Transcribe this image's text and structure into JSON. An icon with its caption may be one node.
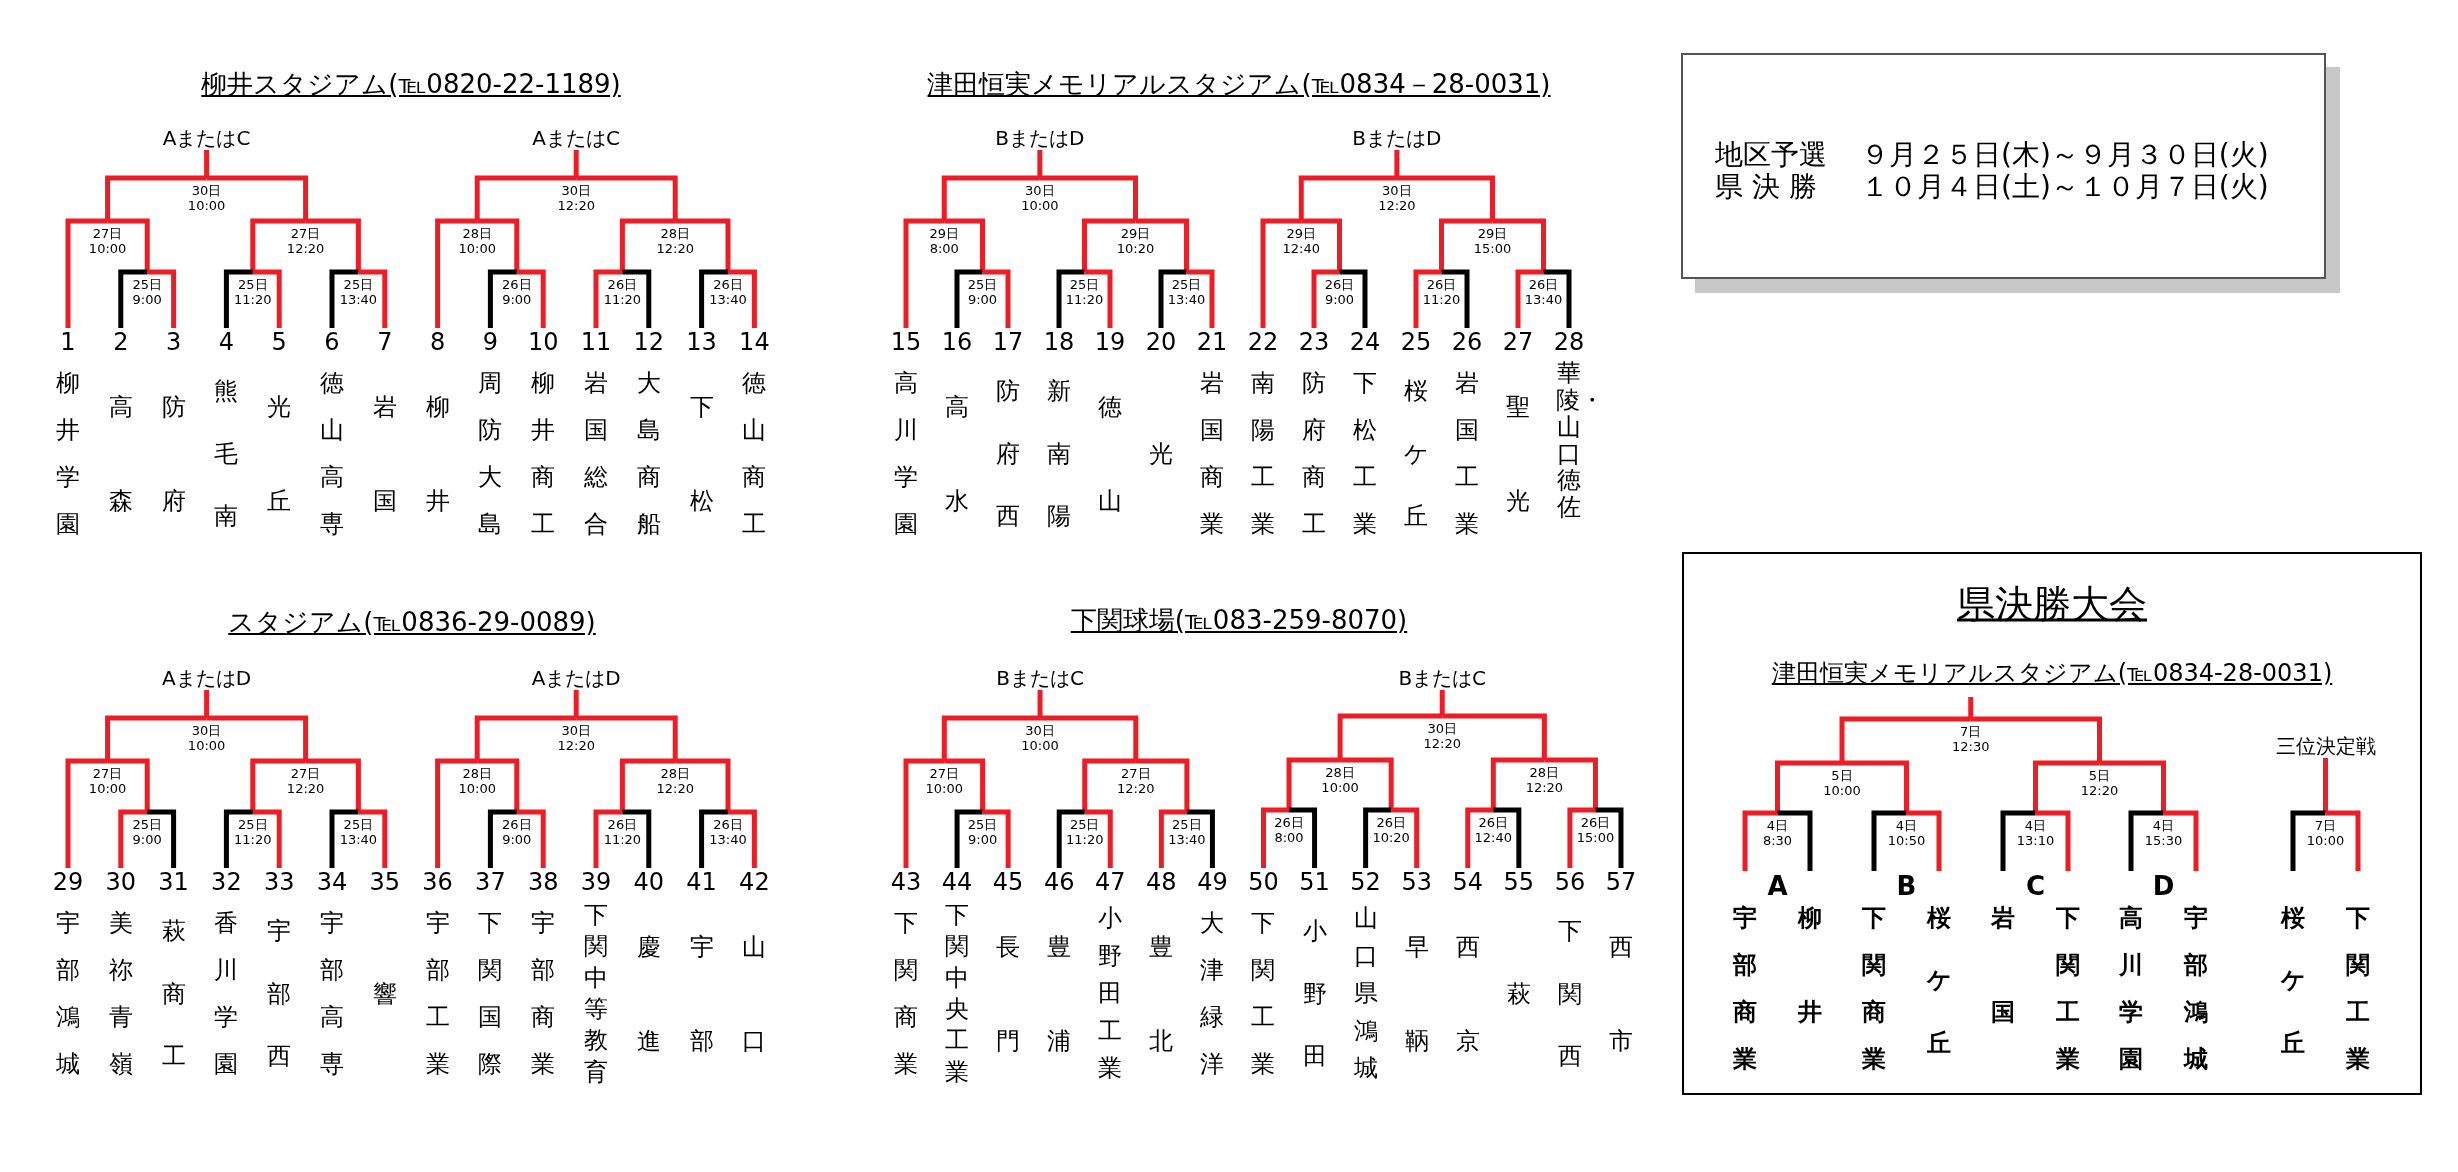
{
  "diagram": {
    "nodes": [
      {
        "text": [
          "AまたはC"
        ]
      },
      {
        "text": [
          "30日 10:00"
        ]
      },
      {
        "text": [
          "27日 10:00"
        ]
      },
      {
        "text": [
          "27日 12:20"
        ]
      },
      {
        "text": [
          "25日 9:00"
        ]
      },
      {
        "text": [
          "25日 11:20"
        ]
      },
      {
        "text": [
          "25日 13:40"
        ]
      },
      {
        "text": [
          "1",
          "柳井学園"
        ]
      },
      {
        "text": [
          "2",
          "高森"
        ]
      },
      {
        "text": [
          "3",
          "防府"
        ]
      },
      {
        "text": [
          "4",
          "熊毛南"
        ]
      },
      {
        "text": [
          "5",
          "光丘"
        ]
      },
      {
        "text": [
          "6",
          "徳山高専"
        ]
      },
      {
        "text": [
          "7",
          "岩国"
        ]
      },
      {
        "text": [
          "AまたはC"
        ]
      },
      {
        "text": [
          "30日 12:20"
        ]
      },
      {
        "text": [
          "28日 10:00"
        ]
      },
      {
        "text": [
          "28日 12:20"
        ]
      },
      {
        "text": [
          "26日 9:00"
        ]
      },
      {
        "text": [
          "26日 11:20"
        ]
      },
      {
        "text": [
          "26日 13:40"
        ]
      },
      {
        "text": [
          "8",
          "柳井"
        ]
      },
      {
        "text": [
          "9",
          "周防大島"
        ]
      },
      {
        "text": [
          "10",
          "柳井商工"
        ]
      },
      {
        "text": [
          "11",
          "岩国総合"
        ]
      },
      {
        "text": [
          "12",
          "大島商船"
        ]
      },
      {
        "text": [
          "13",
          "下松"
        ]
      },
      {
        "text": [
          "14",
          "徳山商工"
        ]
      },
      {
        "text": [
          "BまたはD"
        ]
      },
      {
        "text": [
          "30日 10:00"
        ]
      },
      {
        "text": [
          "29日 8:00"
        ]
      },
      {
        "text": [
          "29日 10:20"
        ]
      },
      {
        "text": [
          "25日 9:00"
        ]
      },
      {
        "text": [
          "25日 11:20"
        ]
      },
      {
        "text": [
          "25日 13:40"
        ]
      },
      {
        "text": [
          "15",
          "高川学園"
        ]
      },
      {
        "text": [
          "16",
          "高水"
        ]
      },
      {
        "text": [
          "17",
          "防府西"
        ]
      },
      {
        "text": [
          "18",
          "新南陽"
        ]
      },
      {
        "text": [
          "19",
          "徳山"
        ]
      },
      {
        "text": [
          "20",
          "光"
        ]
      },
      {
        "text": [
          "21",
          "岩国商業"
        ]
      },
      {
        "text": [
          "BまたはD"
        ]
      },
      {
        "text": [
          "30日 12:20"
        ]
      },
      {
        "text": [
          "29日 12:40"
        ]
      },
      {
        "text": [
          "29日 15:00"
        ]
      },
      {
        "text": [
          "26日 9:00"
        ]
      },
      {
        "text": [
          "26日 11:20"
        ]
      },
      {
        "text": [
          "26日 13:40"
        ]
      },
      {
        "text": [
          "22",
          "南陽工業"
        ]
      },
      {
        "text": [
          "23",
          "防府商工"
        ]
      },
      {
        "text": [
          "24",
          "下松工業"
        ]
      },
      {
        "text": [
          "25",
          "桜ケ丘"
        ]
      },
      {
        "text": [
          "26",
          "岩国工業"
        ]
      },
      {
        "text": [
          "27",
          "聖光"
        ]
      },
      {
        "text": [
          "28",
          "華陵・山口徳佐"
        ]
      },
      {
        "text": [
          "地区予選",
          "９月２５日(木)～９月３０日(火)",
          "県 決 勝",
          "１０月４日(土)～１０月７日(火)"
        ]
      },
      {
        "text": [
          "AまたはD"
        ]
      },
      {
        "text": [
          "30日 10:00"
        ]
      },
      {
        "text": [
          "27日 10:00"
        ]
      },
      {
        "text": [
          "27日 12:20"
        ]
      },
      {
        "text": [
          "25日 9:00"
        ]
      },
      {
        "text": [
          "25日 11:20"
        ]
      },
      {
        "text": [
          "25日 13:40"
        ]
      },
      {
        "text": [
          "29",
          "宇部鴻城"
        ]
      },
      {
        "text": [
          "30",
          "美祢青嶺"
        ]
      },
      {
        "text": [
          "31",
          "萩商工"
        ]
      },
      {
        "text": [
          "32",
          "香川学園"
        ]
      },
      {
        "text": [
          "33",
          "宇部西"
        ]
      },
      {
        "text": [
          "34",
          "宇部高専"
        ]
      },
      {
        "text": [
          "35",
          "響"
        ]
      },
      {
        "text": [
          "AまたはD"
        ]
      },
      {
        "text": [
          "30日 12:20"
        ]
      },
      {
        "text": [
          "28日 10:00"
        ]
      },
      {
        "text": [
          "28日 12:20"
        ]
      },
      {
        "text": [
          "26日 9:00"
        ]
      },
      {
        "text": [
          "26日 11:20"
        ]
      },
      {
        "text": [
          "26日 13:40"
        ]
      },
      {
        "text": [
          "36",
          "宇部工業"
        ]
      },
      {
        "text": [
          "37",
          "下関国際"
        ]
      },
      {
        "text": [
          "38",
          "宇部商業"
        ]
      },
      {
        "text": [
          "39",
          "下関中等教育"
        ]
      },
      {
        "text": [
          "40",
          "慶進"
        ]
      },
      {
        "text": [
          "41",
          "宇部"
        ]
      },
      {
        "text": [
          "42",
          "山口"
        ]
      },
      {
        "text": [
          "BまたはC"
        ]
      },
      {
        "text": [
          "30日 10:00"
        ]
      },
      {
        "text": [
          "27日 10:00"
        ]
      },
      {
        "text": [
          "27日 12:20"
        ]
      },
      {
        "text": [
          "25日 9:00"
        ]
      },
      {
        "text": [
          "25日 11:20"
        ]
      },
      {
        "text": [
          "25日 13:40"
        ]
      },
      {
        "text": [
          "43",
          "下関商業"
        ]
      },
      {
        "text": [
          "44",
          "下関中央工業"
        ]
      },
      {
        "text": [
          "45",
          "長門"
        ]
      },
      {
        "text": [
          "46",
          "豊浦"
        ]
      },
      {
        "text": [
          "47",
          "小野田工業"
        ]
      },
      {
        "text": [
          "48",
          "豊北"
        ]
      },
      {
        "text": [
          "49",
          "大津緑洋"
        ]
      },
      {
        "text": [
          "BまたはC"
        ]
      },
      {
        "text": [
          "30日 12:20"
        ]
      },
      {
        "text": [
          "28日 10:00"
        ]
      },
      {
        "text": [
          "28日 12:20"
        ]
      },
      {
        "text": [
          "26日 8:00"
        ]
      },
      {
        "text": [
          "26日 10:20"
        ]
      },
      {
        "text": [
          "26日 12:40"
        ]
      },
      {
        "text": [
          "26日 15:00"
        ]
      },
      {
        "text": [
          "50",
          "下関工業"
        ]
      },
      {
        "text": [
          "51",
          "小野田"
        ]
      },
      {
        "text": [
          "52",
          "山口県鴻城"
        ]
      },
      {
        "text": [
          "53",
          "早鞆"
        ]
      },
      {
        "text": [
          "54",
          "西京"
        ]
      },
      {
        "text": [
          "55",
          "萩"
        ]
      },
      {
        "text": [
          "56",
          "下関西"
        ]
      },
      {
        "text": [
          "57",
          "西市"
        ]
      },
      {
        "text": [
          "県決勝大会",
          "津田恒実メモリアルスタジアム(℡0834-28-0031)"
        ]
      },
      {
        "text": [
          "7日 12:30"
        ],
        "in": 115
      },
      {
        "text": [
          "5日 10:00"
        ],
        "in": 115
      },
      {
        "text": [
          "5日 12:20"
        ],
        "in": 115
      },
      {
        "text": [
          "4日 8:30"
        ],
        "in": 115
      },
      {
        "text": [
          "4日 10:50"
        ],
        "in": 115
      },
      {
        "text": [
          "4日 13:10"
        ],
        "in": 115
      },
      {
        "text": [
          "4日 15:30"
        ],
        "in": 115
      },
      {
        "text": [
          "宇部商業"
        ],
        "in": 115
      },
      {
        "text": [
          "柳井"
        ],
        "in": 115
      },
      {
        "text": [
          "下関商業"
        ],
        "in": 115
      },
      {
        "text": [
          "桜ケ丘"
        ],
        "in": 115
      },
      {
        "text": [
          "岩国"
        ],
        "in": 115
      },
      {
        "text": [
          "下関工業"
        ],
        "in": 115
      },
      {
        "text": [
          "高川学園"
        ],
        "in": 115
      },
      {
        "text": [
          "宇部鴻城"
        ],
        "in": 115
      },
      {
        "text": [
          "三位決定戦"
        ],
        "in": 115
      },
      {
        "text": [
          "7日 10:00"
        ],
        "in": 115
      },
      {
        "text": [
          "桜ケ丘"
        ],
        "in": 115
      },
      {
        "text": [
          "下関工業"
        ],
        "in": 115
      }
    ],
    "edges": [
      {
        "from": 1,
        "to": 0,
        "arrow": "none"
      },
      {
        "from": 2,
        "to": 1,
        "arrow": "none"
      },
      {
        "from": 3,
        "to": 1,
        "arrow": "none"
      },
      {
        "from": 4,
        "to": 2,
        "arrow": "none"
      },
      {
        "from": 5,
        "to": 3,
        "arrow": "none"
      },
      {
        "from": 6,
        "to": 3,
        "arrow": "none"
      },
      {
        "from": 7,
        "to": 2,
        "arrow": "none"
      },
      {
        "from": 8,
        "to": 4,
        "arrow": "none",
        "color": "#000000"
      },
      {
        "from": 9,
        "to": 4,
        "arrow": "none"
      },
      {
        "from": 10,
        "to": 5,
        "arrow": "none",
        "color": "#000000"
      },
      {
        "from": 11,
        "to": 5,
        "arrow": "none"
      },
      {
        "from": 12,
        "to": 6,
        "arrow": "none",
        "color": "#000000"
      },
      {
        "from": 13,
        "to": 6,
        "arrow": "none"
      },
      {
        "from": 15,
        "to": 14,
        "arrow": "none"
      },
      {
        "from": 16,
        "to": 15,
        "arrow": "none"
      },
      {
        "from": 17,
        "to": 15,
        "arrow": "none"
      },
      {
        "from": 18,
        "to": 16,
        "arrow": "none"
      },
      {
        "from": 19,
        "to": 17,
        "arrow": "none"
      },
      {
        "from": 20,
        "to": 17,
        "arrow": "none"
      },
      {
        "from": 21,
        "to": 16,
        "arrow": "none"
      },
      {
        "from": 22,
        "to": 18,
        "arrow": "none",
        "color": "#000000"
      },
      {
        "from": 23,
        "to": 18,
        "arrow": "none"
      },
      {
        "from": 24,
        "to": 19,
        "arrow": "none"
      },
      {
        "from": 25,
        "to": 19,
        "arrow": "none",
        "color": "#000000"
      },
      {
        "from": 26,
        "to": 20,
        "arrow": "none",
        "color": "#000000"
      },
      {
        "from": 27,
        "to": 20,
        "arrow": "none"
      },
      {
        "from": 29,
        "to": 28,
        "arrow": "none"
      },
      {
        "from": 30,
        "to": 29,
        "arrow": "none"
      },
      {
        "from": 31,
        "to": 29,
        "arrow": "none"
      },
      {
        "from": 32,
        "to": 30,
        "arrow": "none"
      },
      {
        "from": 33,
        "to": 31,
        "arrow": "none"
      },
      {
        "from": 34,
        "to": 31,
        "arrow": "none"
      },
      {
        "from": 35,
        "to": 30,
        "arrow": "none"
      },
      {
        "from": 36,
        "to": 32,
        "arrow": "none",
        "color": "#000000"
      },
      {
        "from": 37,
        "to": 32,
        "arrow": "none"
      },
      {
        "from": 38,
        "to": 33,
        "arrow": "none",
        "color": "#000000"
      },
      {
        "from": 39,
        "to": 33,
        "arrow": "none"
      },
      {
        "from": 40,
        "to": 34,
        "arrow": "none",
        "color": "#000000"
      },
      {
        "from": 41,
        "to": 34,
        "arrow": "none"
      },
      {
        "from": 43,
        "to": 42,
        "arrow": "none"
      },
      {
        "from": 44,
        "to": 43,
        "arrow": "none"
      },
      {
        "from": 45,
        "to": 43,
        "arrow": "none"
      },
      {
        "from": 46,
        "to": 44,
        "arrow": "none"
      },
      {
        "from": 47,
        "to": 45,
        "arrow": "none"
      },
      {
        "from": 48,
        "to": 45,
        "arrow": "none"
      },
      {
        "from": 49,
        "to": 44,
        "arrow": "none"
      },
      {
        "from": 50,
        "to": 46,
        "arrow": "none"
      },
      {
        "from": 51,
        "to": 46,
        "arrow": "none",
        "color": "#000000"
      },
      {
        "from": 52,
        "to": 47,
        "arrow": "none"
      },
      {
        "from": 53,
        "to": 47,
        "arrow": "none",
        "color": "#000000"
      },
      {
        "from": 54,
        "to": 48,
        "arrow": "none"
      },
      {
        "from": 55,
        "to": 48,
        "arrow": "none",
        "color": "#000000"
      },
      {
        "from": 58,
        "to": 57,
        "arrow": "none"
      },
      {
        "from": 59,
        "to": 58,
        "arrow": "none"
      },
      {
        "from": 60,
        "to": 58,
        "arrow": "none"
      },
      {
        "from": 61,
        "to": 59,
        "arrow": "none"
      },
      {
        "from": 62,
        "to": 60,
        "arrow": "none"
      },
      {
        "from": 63,
        "to": 60,
        "arrow": "none"
      },
      {
        "from": 64,
        "to": 59,
        "arrow": "none"
      },
      {
        "from": 65,
        "to": 61,
        "arrow": "none"
      },
      {
        "from": 66,
        "to": 61,
        "arrow": "none",
        "color": "#000000"
      },
      {
        "from": 67,
        "to": 62,
        "arrow": "none",
        "color": "#000000"
      },
      {
        "from": 68,
        "to": 62,
        "arrow": "none"
      },
      {
        "from": 69,
        "to": 63,
        "arrow": "none",
        "color": "#000000"
      },
      {
        "from": 70,
        "to": 63,
        "arrow": "none"
      },
      {
        "from": 72,
        "to": 71,
        "arrow": "none"
      },
      {
        "from": 73,
        "to": 72,
        "arrow": "none"
      },
      {
        "from": 74,
        "to": 72,
        "arrow": "none"
      },
      {
        "from": 75,
        "to": 73,
        "arrow": "none"
      },
      {
        "from": 76,
        "to": 74,
        "arrow": "none"
      },
      {
        "from": 77,
        "to": 74,
        "arrow": "none"
      },
      {
        "from": 78,
        "to": 73,
        "arrow": "none"
      },
      {
        "from": 79,
        "to": 75,
        "arrow": "none",
        "color": "#000000"
      },
      {
        "from": 80,
        "to": 75,
        "arrow": "none"
      },
      {
        "from": 81,
        "to": 76,
        "arrow": "none"
      },
      {
        "from": 82,
        "to": 76,
        "arrow": "none",
        "color": "#000000"
      },
      {
        "from": 83,
        "to": 77,
        "arrow": "none",
        "color": "#000000"
      },
      {
        "from": 84,
        "to": 77,
        "arrow": "none"
      },
      {
        "from": 86,
        "to": 85,
        "arrow": "none"
      },
      {
        "from": 87,
        "to": 86,
        "arrow": "none"
      },
      {
        "from": 88,
        "to": 86,
        "arrow": "none"
      },
      {
        "from": 89,
        "to": 87,
        "arrow": "none"
      },
      {
        "from": 90,
        "to": 88,
        "arrow": "none"
      },
      {
        "from": 91,
        "to": 88,
        "arrow": "none"
      },
      {
        "from": 92,
        "to": 87,
        "arrow": "none"
      },
      {
        "from": 93,
        "to": 89,
        "arrow": "none",
        "color": "#000000"
      },
      {
        "from": 94,
        "to": 89,
        "arrow": "none"
      },
      {
        "from": 95,
        "to": 90,
        "arrow": "none",
        "color": "#000000"
      },
      {
        "from": 96,
        "to": 90,
        "arrow": "none"
      },
      {
        "from": 97,
        "to": 91,
        "arrow": "none"
      },
      {
        "from": 98,
        "to": 91,
        "arrow": "none",
        "color": "#000000"
      },
      {
        "from": 100,
        "to": 99,
        "arrow": "none"
      },
      {
        "from": 101,
        "to": 100,
        "arrow": "none"
      },
      {
        "from": 102,
        "to": 100,
        "arrow": "none"
      },
      {
        "from": 103,
        "to": 101,
        "arrow": "none"
      },
      {
        "from": 104,
        "to": 101,
        "arrow": "none"
      },
      {
        "from": 105,
        "to": 102,
        "arrow": "none"
      },
      {
        "from": 106,
        "to": 102,
        "arrow": "none"
      },
      {
        "from": 107,
        "to": 103,
        "arrow": "none"
      },
      {
        "from": 108,
        "to": 103,
        "arrow": "none",
        "color": "#000000"
      },
      {
        "from": 109,
        "to": 104,
        "arrow": "none",
        "color": "#000000"
      },
      {
        "from": 110,
        "to": 104,
        "arrow": "none"
      },
      {
        "from": 111,
        "to": 105,
        "arrow": "none"
      },
      {
        "from": 112,
        "to": 105,
        "arrow": "none",
        "color": "#000000"
      },
      {
        "from": 113,
        "to": 106,
        "arrow": "none"
      },
      {
        "from": 114,
        "to": 106,
        "arrow": "none",
        "color": "#000000"
      },
      {
        "from": 116,
        "to": null,
        "arrow": "none"
      },
      {
        "from": 117,
        "to": 116,
        "arrow": "none"
      },
      {
        "from": 118,
        "to": 116,
        "arrow": "none"
      },
      {
        "from": 119,
        "to": 117,
        "arrow": "none"
      },
      {
        "from": 120,
        "to": 117,
        "arrow": "none"
      },
      {
        "from": 121,
        "to": 118,
        "arrow": "none"
      },
      {
        "from": 122,
        "to": 118,
        "arrow": "none"
      },
      {
        "from": 123,
        "to": 119,
        "arrow": "none"
      },
      {
        "from": 124,
        "to": 119,
        "arrow": "none",
        "color": "#000000"
      },
      {
        "from": 125,
        "to": 120,
        "arrow": "none",
        "color": "#000000"
      },
      {
        "from": 126,
        "to": 120,
        "arrow": "none"
      },
      {
        "from": 127,
        "to": 121,
        "arrow": "none",
        "color": "#000000"
      },
      {
        "from": 128,
        "to": 121,
        "arrow": "none"
      },
      {
        "from": 129,
        "to": 122,
        "arrow": "none",
        "color": "#000000"
      },
      {
        "from": 130,
        "to": 122,
        "arrow": "none"
      },
      {
        "from": 132,
        "to": 131,
        "arrow": "none"
      },
      {
        "from": 133,
        "to": 132,
        "arrow": "none",
        "color": "#000000"
      },
      {
        "from": 134,
        "to": 132,
        "arrow": "none"
      }
    ],
    "labels": [
      "柳井スタジアム(℡0820-22-1189)",
      "津田恒実メモリアルスタジアム(℡0834－28-0031)",
      "スタジアム(℡0836-29-0089)",
      "下関球場(℡083-259-8070)",
      "A",
      "B",
      "C",
      "D"
    ]
  }
}
